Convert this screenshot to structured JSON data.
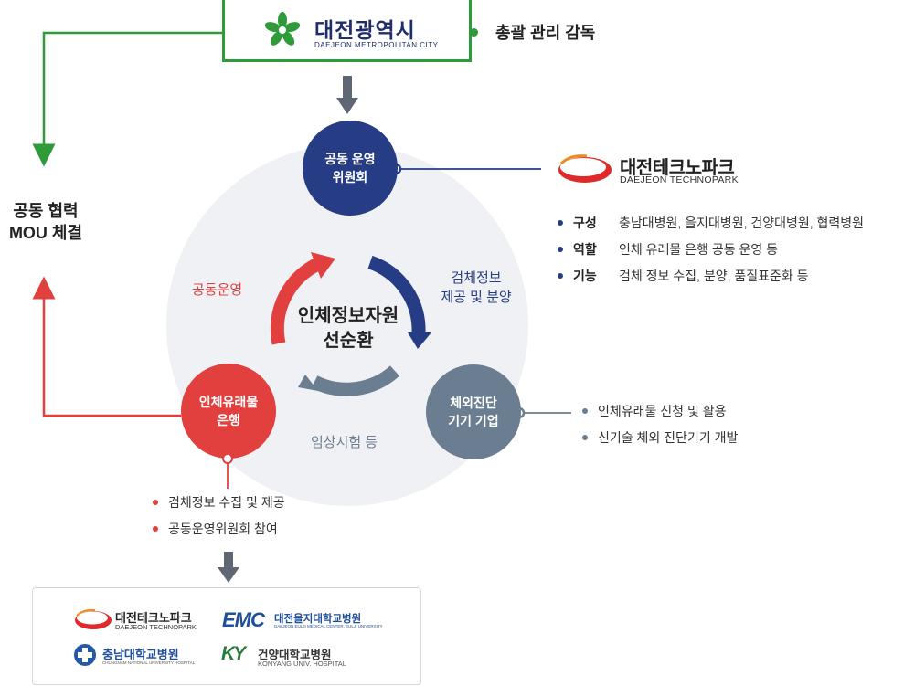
{
  "city": {
    "name": "대전광역시",
    "name_en": "DAEJEON METROPOLITAN CITY",
    "note": "총괄 관리 감독"
  },
  "mou_label": [
    "공동 협력",
    "MOU 체결"
  ],
  "cycle": {
    "center_title": [
      "인체정보자원",
      "선순환"
    ],
    "label_operation": "공동운영",
    "label_supply": [
      "검체정보",
      "제공 및 분양"
    ],
    "label_trial": "임상시험 등"
  },
  "nodes": {
    "committee": [
      "공동 운영",
      "위원회"
    ],
    "bank": [
      "인체유래물",
      "은행"
    ],
    "company": [
      "체외진단",
      "기기 기업"
    ]
  },
  "technopark": {
    "name": "대전테크노파크",
    "name_en": "DAEJEON TECHNOPARK",
    "info": [
      {
        "key": "구성",
        "value": "충남대병원, 을지대병원, 건양대병원, 협력병원"
      },
      {
        "key": "역할",
        "value": "인체 유래물 은행 공동 운영 등"
      },
      {
        "key": "기능",
        "value": "검체 정보 수집, 분양, 품질표준화 등"
      }
    ]
  },
  "company_items": [
    "인체유래물 신청 및 활용",
    "신기술 체외 진단기기 개발"
  ],
  "bank_items": [
    "검체정보 수집 및 제공",
    "공동운영위원회 참여"
  ],
  "partners": {
    "technopark": {
      "name": "대전테크노파크",
      "sub": "DAEJEON TECHNOPARK"
    },
    "emc": {
      "mark": "EMC",
      "name": "대전을지대학교병원",
      "sub": "DAEJEON EULJI MEDICAL CENTER, EULJI UNIVERSITY"
    },
    "cnuh": {
      "name": "충남대학교병원",
      "sub": "CHUNGNAM NATIONAL UNIVERSITY HOSPITAL"
    },
    "konyang": {
      "mark": "KY",
      "name": "건양대학교병원",
      "sub": "KONYANG UNIV. HOSPITAL"
    }
  },
  "colors": {
    "green": "#2e9a3a",
    "navy": "#263d85",
    "red": "#e2403f",
    "slate": "#6b7d91",
    "cycle_bg": "#f0f1f5",
    "arrow_gray": "#5f6775"
  },
  "icons": [
    "star-flower-logo-icon",
    "swoosh-logo-icon",
    "cross-logo-icon",
    "arrow-down-icon"
  ]
}
